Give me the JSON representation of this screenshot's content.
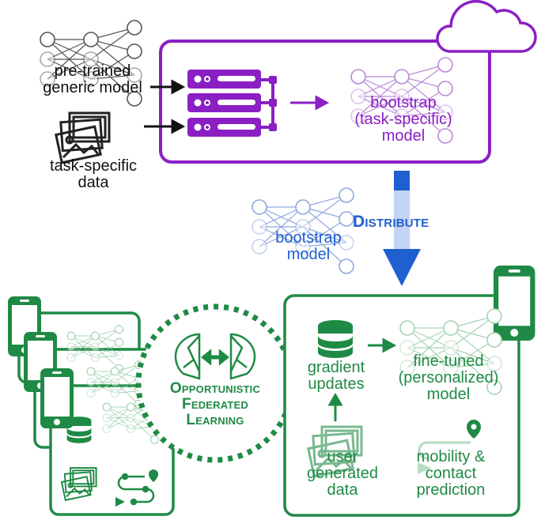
{
  "colors": {
    "cloud": "#8a1fc4",
    "distribute": "#1f5fd0",
    "device": "#1f8a45",
    "input": "#111111"
  },
  "cloud_section": {
    "icon": "cloud-icon",
    "inputs": [
      {
        "label_lines": [
          "pre-trained",
          "generic model"
        ],
        "icon": "neural-network-icon"
      },
      {
        "label_lines": [
          "task-specific",
          "data"
        ],
        "icon": "images-icon"
      }
    ],
    "server_icon": "server-rack-icon",
    "output": {
      "label_lines": [
        "bootstrap",
        "(task-specific)",
        "model"
      ],
      "icon": "neural-network-icon"
    }
  },
  "distribute": {
    "label": "Distribute",
    "model_label_lines": [
      "bootstrap",
      "model"
    ],
    "arrow_icon": "arrow-down-icon"
  },
  "federation": {
    "title_lines": [
      "Opportunistic",
      "Federated",
      "Learning"
    ],
    "icon": "brains-exchange-icon",
    "peer_devices": 3
  },
  "device_section": {
    "device_icon": "smartphone-icon",
    "gradient": {
      "label_lines": [
        "gradient",
        "updates"
      ],
      "icon": "database-icon"
    },
    "personalized": {
      "label_lines": [
        "fine-tuned",
        "(personalized)",
        "model"
      ],
      "icon": "neural-network-icon"
    },
    "user_data": {
      "label_lines": [
        "user",
        "generated",
        "data"
      ],
      "icon": "images-icon"
    },
    "mobility": {
      "label_lines": [
        "mobility &",
        "contact",
        "prediction"
      ],
      "icon": "route-pin-icon"
    }
  }
}
